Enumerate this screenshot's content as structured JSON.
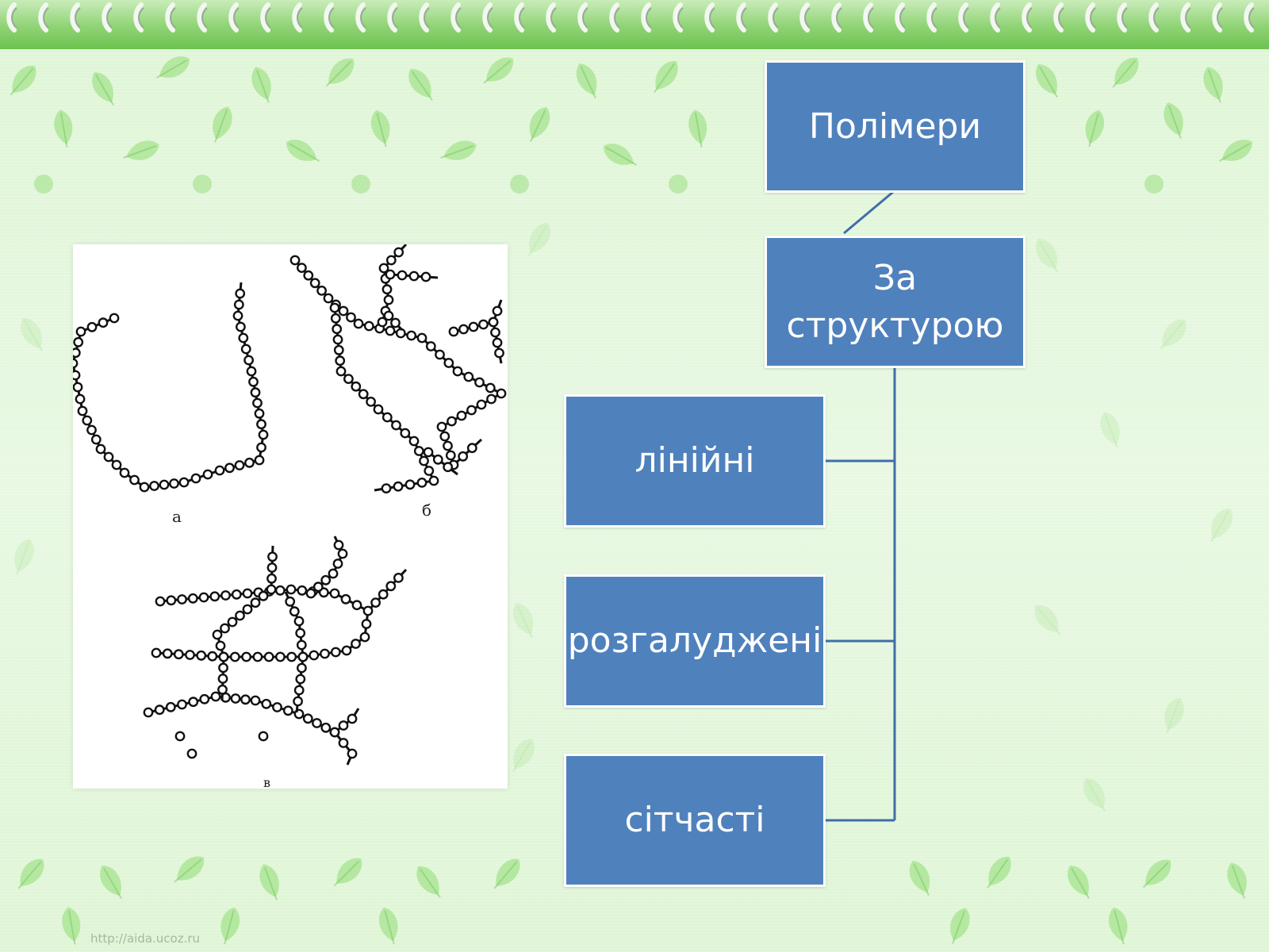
{
  "diagram": {
    "root": "Полімери",
    "category": "За структурою",
    "children": [
      "лінійні",
      "розгалуджені",
      "сітчасті"
    ]
  },
  "figure": {
    "labels": {
      "a": "а",
      "b": "б",
      "c": "в"
    }
  },
  "watermark": "http://aida.ucoz.ru",
  "colors": {
    "node_fill": "#4f81bd",
    "node_text": "#ffffff",
    "connector": "#3f6fa8",
    "background": "#e3f7dc",
    "leaf": "#8fdc72"
  }
}
